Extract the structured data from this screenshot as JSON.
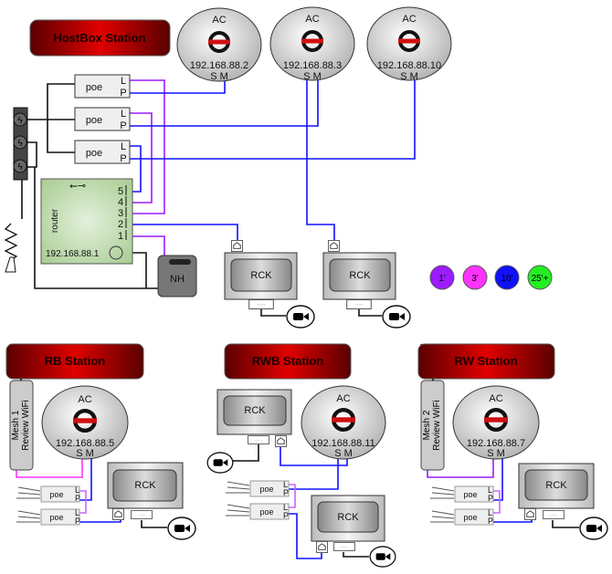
{
  "colors": {
    "purple": "#9b1cff",
    "magenta": "#ff33ff",
    "blue": "#1010ff",
    "green": "#22ee22",
    "banner": "#c00000",
    "router": "#b9d8a6"
  },
  "hostbox": {
    "title": "HostBox Station",
    "access_points": [
      {
        "label": "AC",
        "ip": "192.168.88.2",
        "ports": "S M"
      },
      {
        "label": "AC",
        "ip": "192.168.88.3",
        "ports": "S M"
      },
      {
        "label": "AC",
        "ip": "192.168.88.10",
        "ports": "S M"
      }
    ],
    "poe": [
      {
        "label": "poe",
        "l": "L",
        "p": "P"
      },
      {
        "label": "poe",
        "l": "L",
        "p": "P"
      },
      {
        "label": "poe",
        "l": "L",
        "p": "P"
      }
    ],
    "router": {
      "label": "router",
      "ip": "192.168.88.1",
      "ports": [
        "5",
        "4",
        "3",
        "2",
        "1"
      ]
    },
    "nh": {
      "label": "NH"
    },
    "rck": [
      {
        "label": "RCK"
      },
      {
        "label": "RCK"
      }
    ]
  },
  "legend": [
    {
      "label": "1'",
      "color": "#9b1cff"
    },
    {
      "label": "3'",
      "color": "#ff33ff"
    },
    {
      "label": "10'",
      "color": "#1010ff"
    },
    {
      "label": "25'+",
      "color": "#22ee22"
    }
  ],
  "rb": {
    "title": "RB Station",
    "mesh": {
      "line1": "Mesh  1",
      "line2": "Review  WiFi"
    },
    "ap": {
      "label": "AC",
      "ip": "192.168.88.5",
      "ports": "S M"
    },
    "rck": "RCK",
    "poe": "poe",
    "l": "L",
    "p": "P"
  },
  "rwb": {
    "title": "RWB Station",
    "ap": {
      "label": "AC",
      "ip": "192.168.88.11",
      "ports": "S M"
    },
    "rck_top": "RCK",
    "rck_bottom": "RCK",
    "poe": "poe",
    "l": "L",
    "p": "P"
  },
  "rw": {
    "title": "RW Station",
    "mesh": {
      "line1": "Mesh  2",
      "line2": "Review  WiFi"
    },
    "ap": {
      "label": "AC",
      "ip": "192.168.88.7",
      "ports": "S M"
    },
    "rck": "RCK",
    "poe": "poe",
    "l": "L",
    "p": "P"
  }
}
